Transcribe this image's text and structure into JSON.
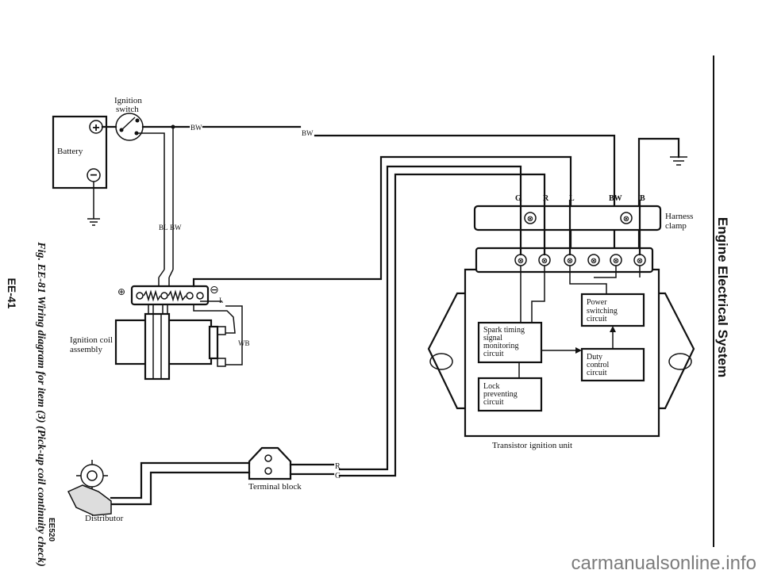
{
  "page": {
    "header": "Engine Electrical System",
    "page_number": "EE-41",
    "figure_caption": "Fig. EE-81  Wiring diagram for item (3) (Pick-up coil continuity check)",
    "figure_code": "EE520",
    "watermark": "carmanualsonline.info"
  },
  "diagram": {
    "battery": {
      "label": "Battery",
      "positive_symbol": "+",
      "negative_symbol": "−"
    },
    "ignition_switch": {
      "label_line1": "Ignition",
      "label_line2": "switch"
    },
    "wires": {
      "bw_top_1": "BW",
      "bw_top_2": "BW",
      "bl": "BL",
      "bw_mid": "BW",
      "l_coil": "L",
      "wb": "WB",
      "r_term": "R",
      "g_term": "G"
    },
    "coil": {
      "label_line1": "Ignition coil",
      "label_line2": "assembly",
      "pos_symbol": "⊕",
      "neg_symbol": "⊖"
    },
    "harness": {
      "label_line1": "Harness",
      "label_line2": "clamp",
      "connector_labels": [
        "G",
        "R",
        "L",
        "BW",
        "B"
      ]
    },
    "unit": {
      "title": "Transistor ignition unit",
      "spark": [
        "Spark timing",
        "signal",
        "monitoring",
        "circuit"
      ],
      "power": [
        "Power",
        "switching",
        "circuit"
      ],
      "duty": [
        "Duty",
        "control",
        "circuit"
      ],
      "lock": [
        "Lock",
        "preventing",
        "circuit"
      ]
    },
    "terminal_block": {
      "label": "Terminal block"
    },
    "distributor": {
      "label": "Distributor"
    }
  }
}
